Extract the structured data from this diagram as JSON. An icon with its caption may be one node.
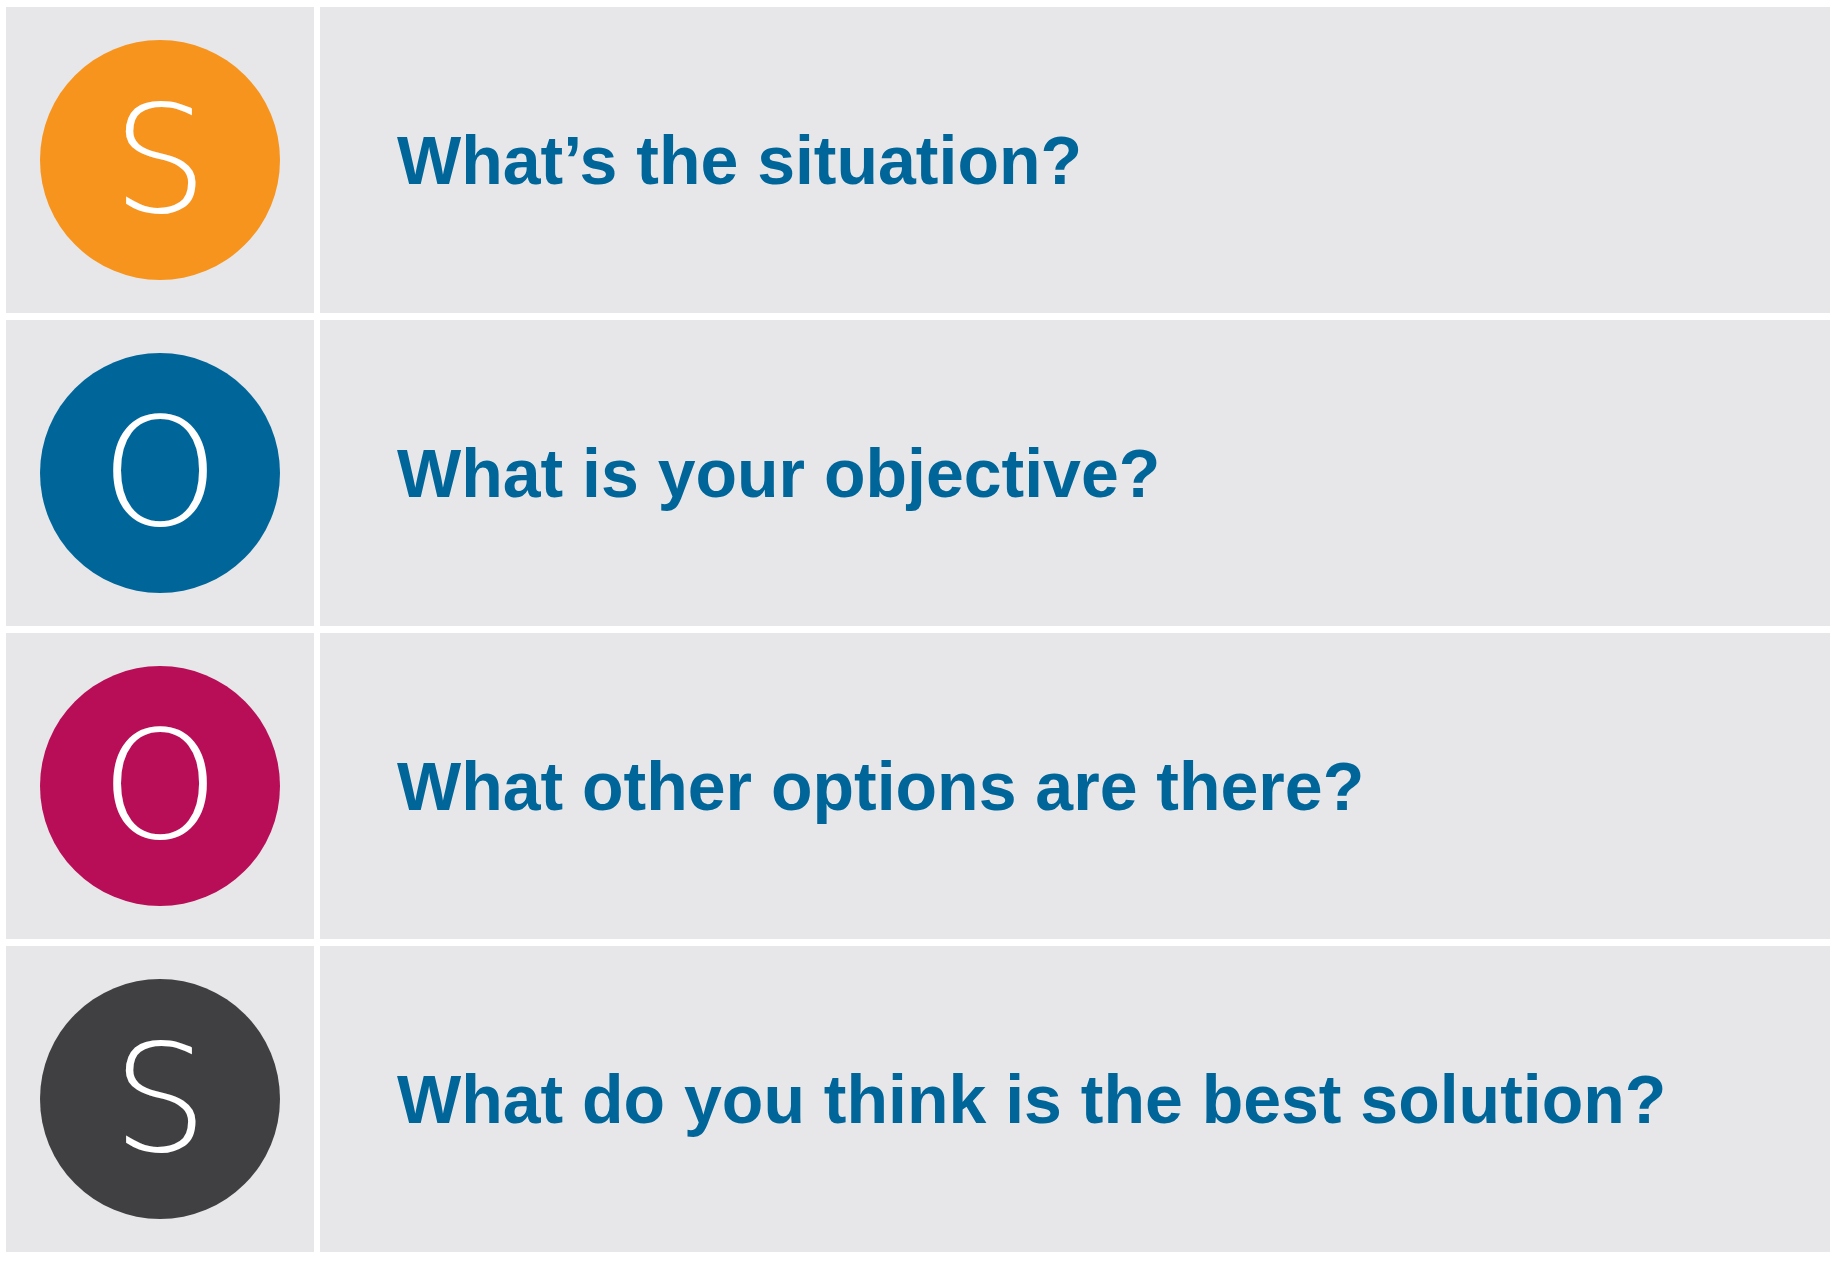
{
  "diagram": {
    "nodes": [
      {
        "text": [],
        "shape": "box"
      },
      {
        "text": [
          "S"
        ],
        "in": 0
      },
      {
        "text": [
          "What’s the situation?"
        ]
      },
      {
        "text": [],
        "shape": "box"
      },
      {
        "text": [
          "O"
        ],
        "in": 3
      },
      {
        "text": [
          "What is your objective?"
        ]
      },
      {
        "text": [],
        "shape": "box"
      },
      {
        "text": [
          "O"
        ],
        "in": 6
      },
      {
        "text": [
          "What other options are there?"
        ]
      },
      {
        "text": [],
        "shape": "box"
      },
      {
        "text": [
          "S"
        ],
        "in": 9
      },
      {
        "text": [
          "What do you think is the best solution?"
        ]
      }
    ]
  }
}
